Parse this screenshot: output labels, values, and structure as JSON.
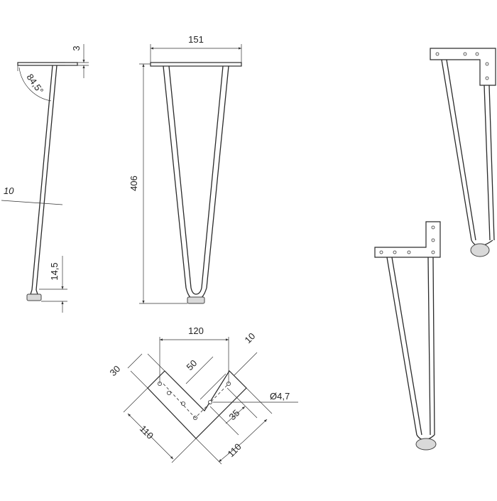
{
  "side_view": {
    "plate_thickness": "3",
    "angle": "84,5°",
    "rod_diameter": "10",
    "foot_height": "14,5"
  },
  "front_view": {
    "width": "151",
    "height": "406"
  },
  "plate_view": {
    "inner_span": "120",
    "edge_margin": "10",
    "hole_spacing": "50",
    "hole_diameter": "Ø4,7",
    "bend_offset": "35",
    "width": "30",
    "arm_left": "110",
    "arm_right": "110"
  }
}
